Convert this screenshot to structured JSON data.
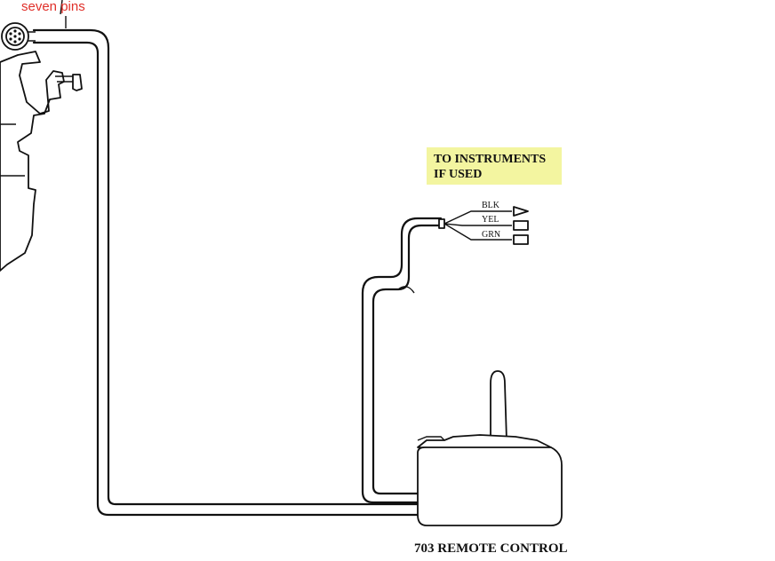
{
  "annotations": {
    "connector_callout": "seven pins"
  },
  "instruments_note": {
    "line1": "TO INSTRUMENTS",
    "line2": "IF USED"
  },
  "wires": [
    {
      "label": "BLK",
      "terminal": "arrow"
    },
    {
      "label": "YEL",
      "terminal": "box"
    },
    {
      "label": "GRN",
      "terminal": "box"
    }
  ],
  "remote_control": {
    "label": "703 REMOTE CONTROL"
  },
  "colors": {
    "callout": "#e0302a",
    "note_highlight": "#f3f5a0",
    "line": "#111111"
  }
}
